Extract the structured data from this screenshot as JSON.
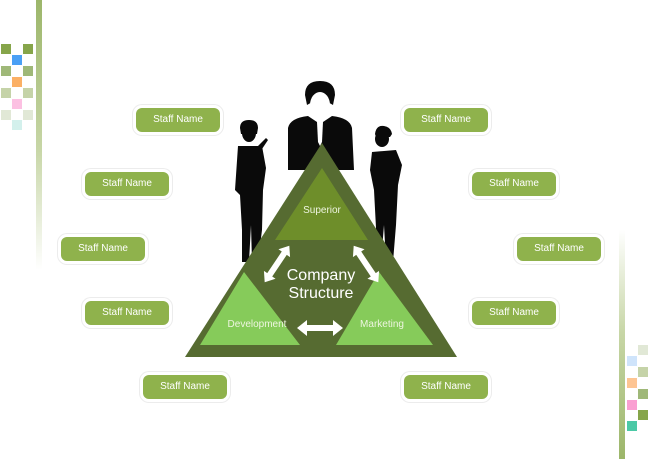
{
  "diagram": {
    "title_line1": "Company",
    "title_line2": "Structure",
    "nodes": {
      "top": "Superior",
      "left": "Development",
      "right": "Marketing"
    },
    "colors": {
      "outer_triangle": "#566b31",
      "superior_triangle": "#6e8e2a",
      "sub_triangles": "#86cb5a",
      "staff_box": "#8fb24c",
      "accent_bar": "#9cb66a"
    }
  },
  "staff_boxes": {
    "left": [
      "Staff Name",
      "Staff Name",
      "Staff Name",
      "Staff Name",
      "Staff Name"
    ],
    "right": [
      "Staff Name",
      "Staff Name",
      "Staff Name",
      "Staff Name",
      "Staff Name"
    ]
  },
  "decor": {
    "left_squares": [
      "#86a54a",
      "#86a54a",
      "#4aa0f5",
      "#9fb878",
      "#9fb878",
      "#fbb065",
      "#c5d3a8",
      "#c5d3a8",
      "#fcc0e2",
      "#e1e8d6",
      "#e1e8d6",
      "#d3f0ec"
    ],
    "right_squares": [
      "#e1e8d6",
      "#cfe4fb",
      "#c5d3a8",
      "#fdc592",
      "#9fb878",
      "#fa9fd2",
      "#86a54a",
      "#4bc9a6"
    ]
  }
}
